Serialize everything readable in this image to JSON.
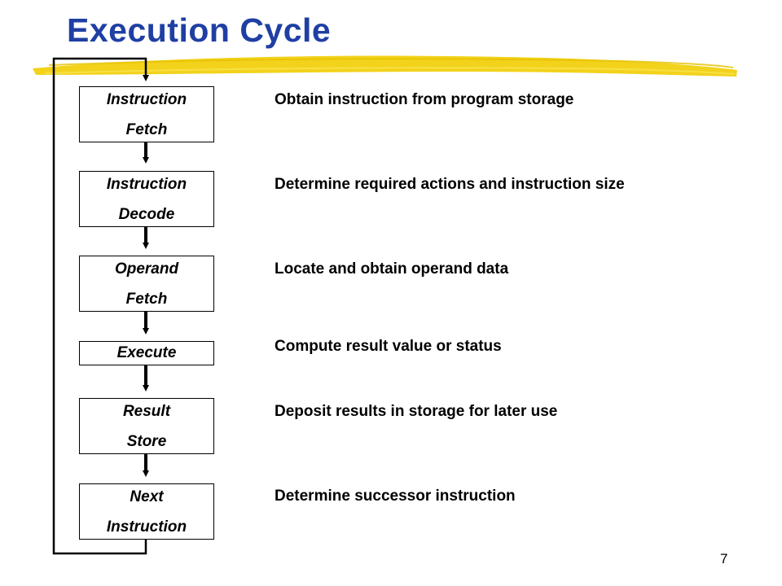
{
  "slide": {
    "title": "Execution Cycle",
    "page_number": "7",
    "accent_color": "#f2d21b",
    "title_color": "#1f3fa3"
  },
  "steps": [
    {
      "line1": "Instruction",
      "line2": "Fetch",
      "description": "Obtain instruction from program storage"
    },
    {
      "line1": "Instruction",
      "line2": "Decode",
      "description": "Determine required actions and instruction size"
    },
    {
      "line1": "Operand",
      "line2": "Fetch",
      "description": "Locate and obtain operand data"
    },
    {
      "line1": "Execute",
      "line2": "",
      "description": "Compute result value or status"
    },
    {
      "line1": "Result",
      "line2": "Store",
      "description": "Deposit results in storage for later use"
    },
    {
      "line1": "Next",
      "line2": "Instruction",
      "description": "Determine successor instruction"
    }
  ]
}
